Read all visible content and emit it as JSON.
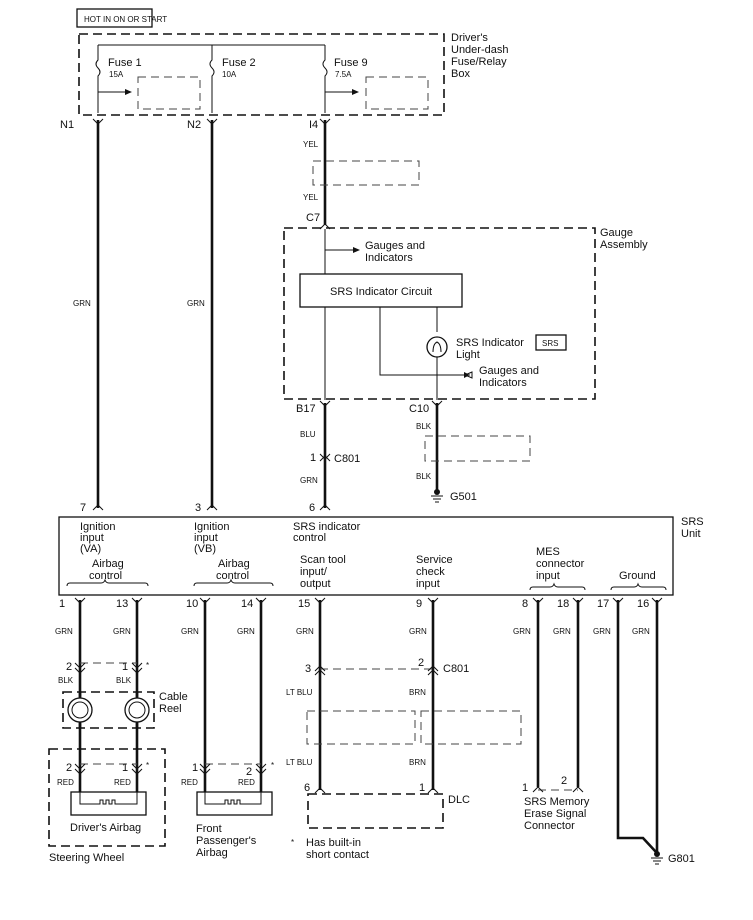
{
  "diagram": {
    "type": "wiring-schematic",
    "header_label": "HOT IN ON OR START",
    "fuse_box": {
      "label_lines": [
        "Driver's",
        "Under-dash",
        "Fuse/Relay",
        "Box"
      ],
      "fuses": [
        {
          "name": "Fuse 1",
          "rating": "15A",
          "terminal": "N1"
        },
        {
          "name": "Fuse 2",
          "rating": "10A",
          "terminal": "N2"
        },
        {
          "name": "Fuse 9",
          "rating": "7.5A",
          "terminal": "I4"
        }
      ]
    },
    "gauge_assembly": {
      "label_lines": [
        "Gauge",
        "Assembly"
      ],
      "input_terminal": "C7",
      "circuit_label": "SRS Indicator Circuit",
      "gauges_label_lines": [
        "Gauges and",
        "Indicators"
      ],
      "light_label_lines": [
        "SRS Indicator",
        "Light"
      ],
      "light_badge": "SRS",
      "output_terminals": [
        "B17",
        "C10"
      ]
    },
    "wires": {
      "n1_wire": "GRN",
      "n2_wire": "GRN",
      "i4_wire_top": "YEL",
      "i4_wire_bottom": "YEL",
      "b17_wire": "BLU",
      "c801_pin1_wire": "GRN",
      "c10_wire_top": "BLK",
      "c10_wire_bottom": "BLK"
    },
    "connectors": {
      "c801_label": "C801",
      "c801_pin1": "1",
      "ground_g501": "G501",
      "ground_g801": "G801",
      "c801_pin3": "3",
      "c801_pin2": "2"
    },
    "srs_unit": {
      "label_lines": [
        "SRS",
        "Unit"
      ],
      "top_pins": [
        "7",
        "3",
        "6"
      ],
      "inputs": [
        {
          "lines": [
            "Ignition",
            "input",
            "(VA)"
          ]
        },
        {
          "lines": [
            "Ignition",
            "input",
            "(VB)"
          ]
        },
        {
          "lines": [
            "SRS indicator",
            "control"
          ]
        }
      ],
      "groups": [
        {
          "lines": [
            "Airbag",
            "control"
          ]
        },
        {
          "lines": [
            "Airbag",
            "control"
          ]
        },
        {
          "lines": [
            "Scan tool",
            "input/",
            "output"
          ]
        },
        {
          "lines": [
            "Service",
            "check",
            "input"
          ]
        },
        {
          "lines": [
            "MES",
            "connector",
            "input"
          ]
        },
        {
          "lines": [
            "Ground"
          ]
        }
      ],
      "bottom_pins": [
        "1",
        "13",
        "10",
        "14",
        "15",
        "9",
        "8",
        "18",
        "17",
        "16"
      ],
      "bottom_wire_colors": [
        "GRN",
        "GRN",
        "GRN",
        "GRN",
        "GRN",
        "GRN",
        "GRN",
        "GRN",
        "GRN",
        "GRN"
      ]
    },
    "cable_reel": {
      "label_lines": [
        "Cable",
        "Reel"
      ],
      "pins_top": [
        "2",
        "1"
      ],
      "wire_colors": [
        "BLK",
        "BLK"
      ]
    },
    "drivers_airbag": {
      "pins": [
        "2",
        "1"
      ],
      "wire_colors": [
        "RED",
        "RED"
      ],
      "label": "Driver's Airbag",
      "enclosure_label": "Steering Wheel"
    },
    "passenger_airbag": {
      "pins": [
        "1",
        "2"
      ],
      "wire_colors": [
        "RED",
        "RED"
      ],
      "label_lines": [
        "Front",
        "Passenger's",
        "Airbag"
      ]
    },
    "dlc": {
      "label": "DLC",
      "pins": [
        "6",
        "1"
      ],
      "wire_colors_mid": [
        "LT BLU",
        "BRN"
      ],
      "wire_colors_bottom": [
        "LT BLU",
        "BRN"
      ]
    },
    "mes_connector": {
      "pins": [
        "1",
        "2"
      ],
      "label_lines": [
        "SRS Memory",
        "Erase Signal",
        "Connector"
      ]
    },
    "footnote": {
      "mark": "*",
      "lines": [
        "Has built-in",
        "short contact"
      ]
    }
  }
}
